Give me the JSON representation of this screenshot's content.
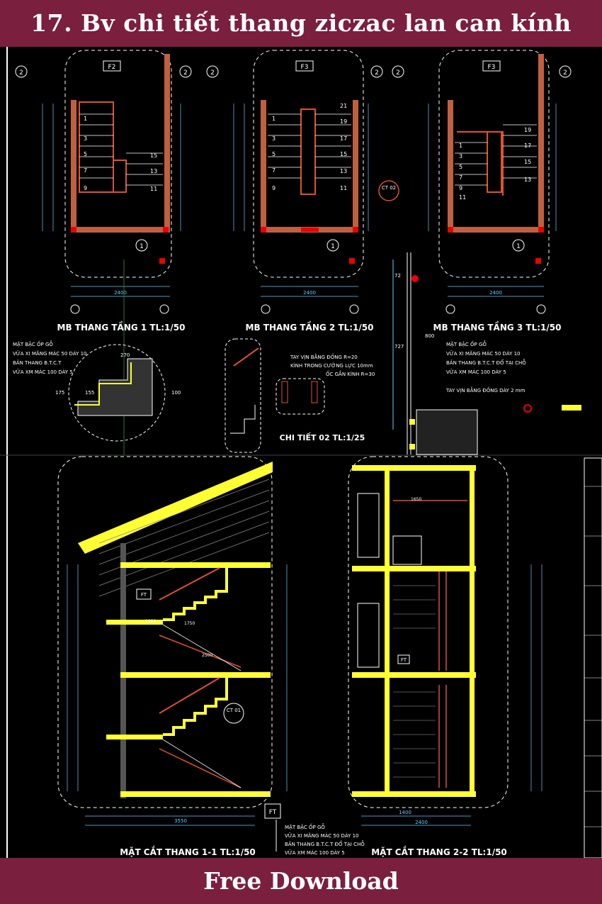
{
  "header": {
    "title": "17. Bv chi tiết thang ziczac lan can kính"
  },
  "footer": {
    "download_label": "Free Download"
  },
  "plans": [
    {
      "grid_top": "2",
      "grid_bottom": "1",
      "room": "F2",
      "title": "MB THANG TẦNG 1 TL:1/50",
      "left_steps": [
        "1",
        "3",
        "5",
        "7",
        "9"
      ],
      "right_steps": [
        "15",
        "13",
        "11"
      ],
      "dim_bottom": "2400"
    },
    {
      "grid_top": "2",
      "grid_bottom": "1",
      "room": "F3",
      "title": "MB THANG TẦNG 2 TL:1/50",
      "left_steps": [
        "1",
        "3",
        "5",
        "7",
        "9"
      ],
      "right_steps": [
        "21",
        "19",
        "17",
        "15",
        "13",
        "11"
      ],
      "dim_bottom": "2400"
    },
    {
      "grid_top": "2",
      "grid_bottom": "1",
      "room": "F3",
      "title": "MB THANG TẦNG 3 TL:1/50",
      "left_steps": [
        "1",
        "3",
        "5",
        "7",
        "9",
        "11"
      ],
      "right_steps": [
        "19",
        "17",
        "15",
        "13"
      ],
      "dim_bottom": "2400"
    }
  ],
  "callouts": {
    "ct02": "CT 02",
    "ct01": "CT 01",
    "ft": "FT"
  },
  "detail_notes_left": [
    "MẶT BẬC ỐP GỖ",
    "VỮA XI MĂNG MÁC 50 DÀY 10",
    "BẢN THANG B.T.C.T",
    "VỮA XM MÁC 100 DÀY 5"
  ],
  "detail_notes_right": [
    "MẶT BẬC ỐP GỖ",
    "VỮA XI MĂNG MÁC 50 DÀY 10",
    "BẢN THANG B.T.C.T ĐỔ TẠI CHỖ",
    "VỮA XM MÁC 100 DÀY 5"
  ],
  "railing_notes": [
    "TAY VỊN BẰNG ĐỒNG R=20",
    "KÍNH TRONG CƯỜNG LỰC 10mm",
    "ỐC GẮN KÍNH R=30"
  ],
  "handrail_note": "TAY VỊN BẰNG ĐỒNG DÀY 2 mm",
  "detail_title": "CHI TIẾT 02 TL:1/25",
  "ft_notes": [
    "MẶT BẬC ỐP GỖ",
    "VỮA XI MĂNG MÁC 50 DÀY 10",
    "BẢN THANG B.T.C.T ĐỔ TẠI CHỖ",
    "VỮA XM MÁC 100 DÀY 5"
  ],
  "section_titles": {
    "s11": "MẶT CẮT THANG 1-1 TL:1/50",
    "s22": "MẶT CẮT THANG 2-2 TL:1/50"
  },
  "dims": {
    "d270": "270",
    "d100": "100",
    "d175": "175",
    "d155": "155",
    "d1000": "1000",
    "d1750": "1750",
    "d2500": "2500",
    "d3550": "3550",
    "d1400": "1400",
    "d2400": "2400",
    "d1650": "1650",
    "d72": "72",
    "d727": "727",
    "d800": "800"
  },
  "colors": {
    "banner": "#7a1f3d",
    "wall": "#e05030",
    "stair": "#ffff33",
    "dim": "#66ccff",
    "line": "#ffffff"
  }
}
